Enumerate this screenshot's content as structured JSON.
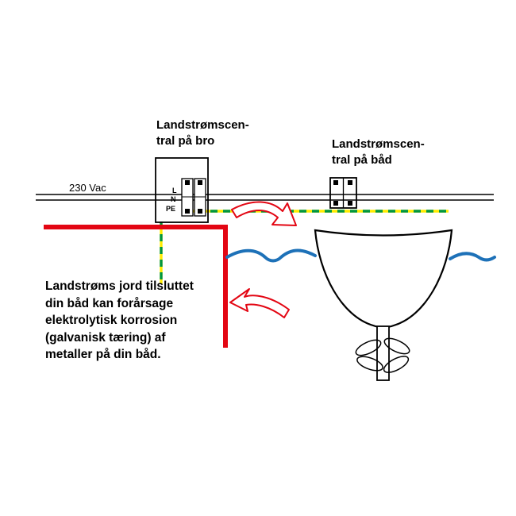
{
  "diagram": {
    "dock_label": "Landstrømscen-\ntral på bro",
    "boat_label": "Landstrømscen-\ntral på båd",
    "voltage_label": "230 Vac",
    "terminal_l": "L",
    "terminal_n": "N",
    "terminal_pe": "PE",
    "caption": "Landstrøms jord tilsluttet\ndin båd kan forårsage\nelektrolytisk korrosion\n(galvanisk tæring) af\nmetaller på din båd.",
    "colors": {
      "pier_red": "#e30613",
      "arrow_red": "#e30613",
      "water_blue": "#1d71b8",
      "pe_yellow": "#ffec00",
      "pe_green": "#00963f",
      "line_black": "#000000"
    }
  }
}
